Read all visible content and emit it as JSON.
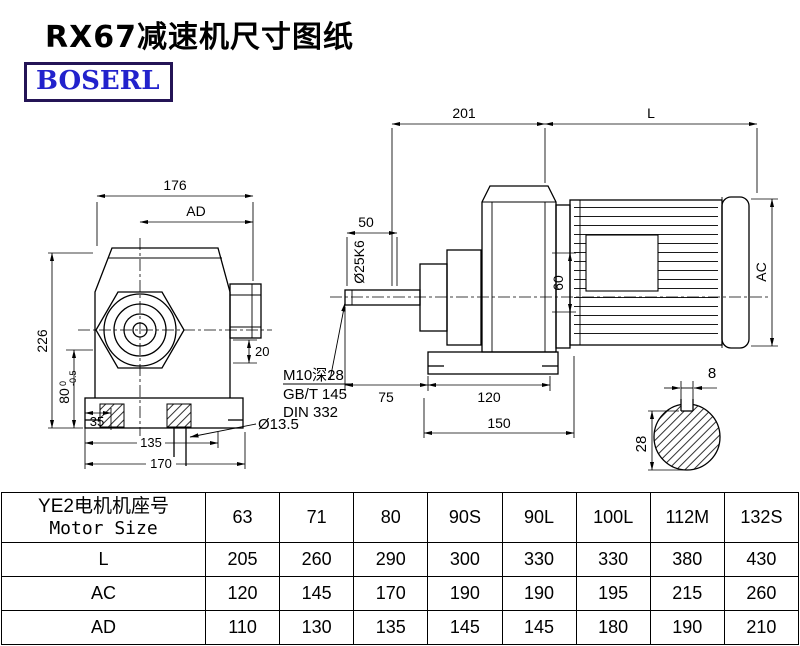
{
  "title": "RX67减速机尺寸图纸",
  "logo": "BOSERL",
  "colors": {
    "logo_text": "#2222cc",
    "logo_border": "#241456",
    "line": "#000000"
  },
  "front_view": {
    "dim_176": "176",
    "dim_AD": "AD",
    "dim_226": "226",
    "dim_80": "80",
    "tol_0": "0",
    "tol_neg05": "-0.5",
    "dim_35": "35",
    "dim_135": "135",
    "dim_170": "170",
    "dim_20": "20",
    "hole_label": "Ø13.5"
  },
  "side_view": {
    "dim_201": "201",
    "dim_L": "L",
    "dim_50": "50",
    "shaft_label": "Ø25K6",
    "dim_60": "60",
    "dim_AC": "AC",
    "thread_label": "M10深28",
    "std_1": "GB/T 145",
    "std_2": "DIN 332",
    "dim_75": "75",
    "dim_120": "120",
    "dim_150": "150"
  },
  "shaft_section": {
    "dim_8": "8",
    "dim_28": "28"
  },
  "table": {
    "header_cn": "YE2电机机座号",
    "header_en": "Motor Size",
    "columns": [
      "63",
      "71",
      "80",
      "90S",
      "90L",
      "100L",
      "112M",
      "132S"
    ],
    "rows": [
      {
        "label": "L",
        "values": [
          "205",
          "260",
          "290",
          "300",
          "330",
          "330",
          "380",
          "430"
        ]
      },
      {
        "label": "AC",
        "values": [
          "120",
          "145",
          "170",
          "190",
          "190",
          "195",
          "215",
          "260"
        ]
      },
      {
        "label": "AD",
        "values": [
          "110",
          "130",
          "135",
          "145",
          "145",
          "180",
          "190",
          "210"
        ]
      }
    ]
  }
}
